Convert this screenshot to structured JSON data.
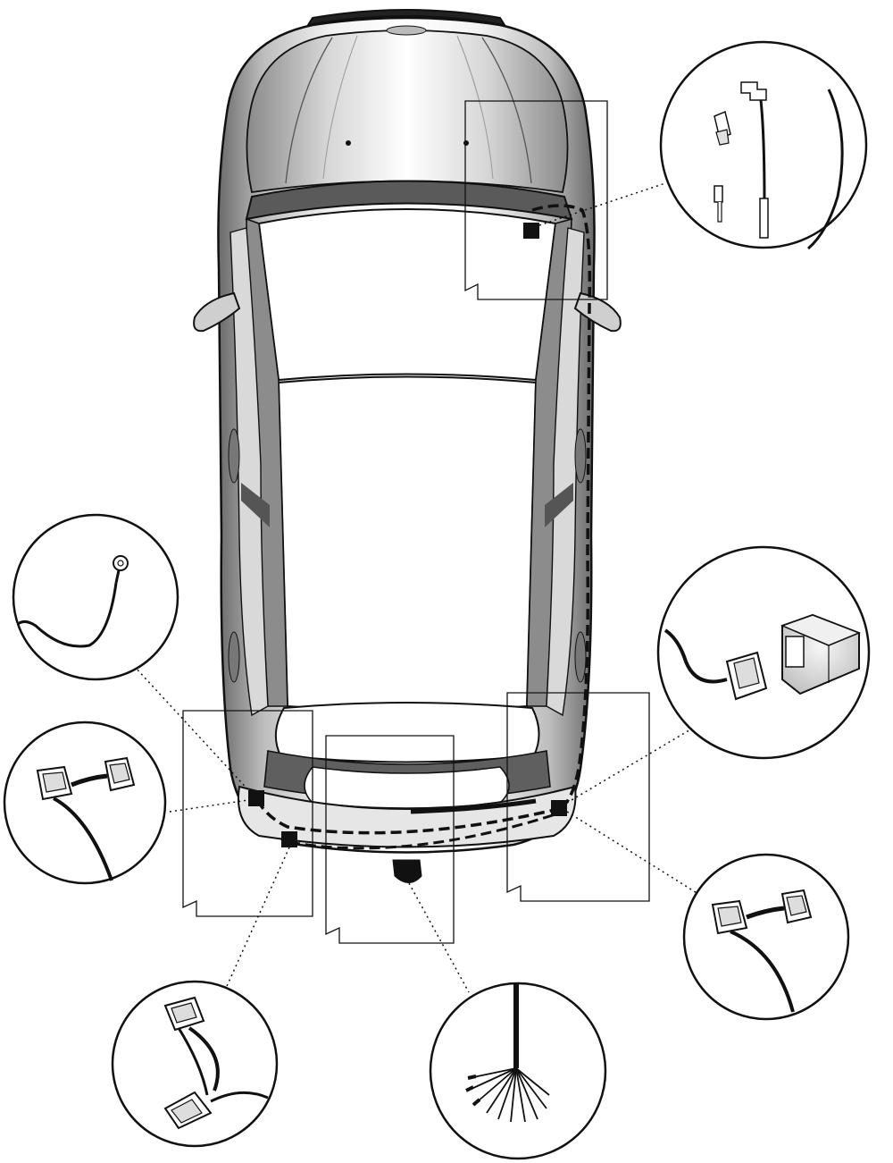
{
  "diagram": {
    "subject": "car-top-view",
    "colors": {
      "outline": "#111111",
      "body_light": "#f4f4f4",
      "body_mid": "#c9c9c9",
      "body_dark": "#6a6a6a",
      "glass": "#ffffff",
      "wire": "#111111",
      "page": "#ffffff"
    },
    "callouts": [
      {
        "id": "fuse-tap",
        "icon": "fuse-tap-icon"
      },
      {
        "id": "ground-ring",
        "icon": "ring-terminal-icon"
      },
      {
        "id": "left-lamp-connector",
        "icon": "plug-connector-icon"
      },
      {
        "id": "left-rear-connector",
        "icon": "plug-connector-icon"
      },
      {
        "id": "tow-socket-wires",
        "icon": "wire-bundle-icon"
      },
      {
        "id": "control-module",
        "icon": "control-module-icon"
      },
      {
        "id": "right-lamp-connector",
        "icon": "plug-connector-icon"
      }
    ]
  }
}
